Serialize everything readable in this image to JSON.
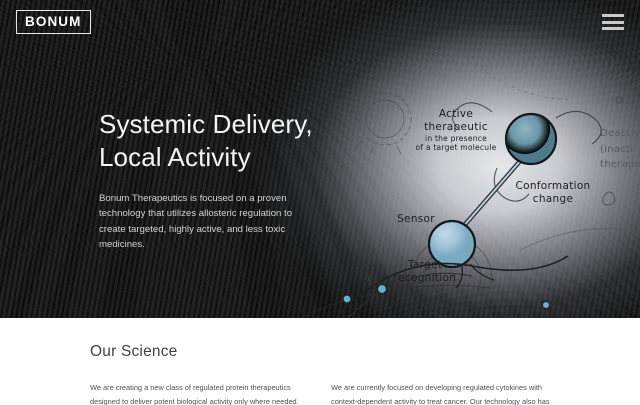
{
  "header": {
    "logo": "BONUM",
    "menu_icon": "hamburger-menu-icon"
  },
  "hero": {
    "title_line1": "Systemic Delivery,",
    "title_line2": "Local Activity",
    "subtitle": "Bonum Therapeutics is focused on a proven technology that utilizes allosteric regulation to create targeted, highly active, and less toxic medicines.",
    "illustration": {
      "labels": {
        "active_title_line1": "Active",
        "active_title_line2": "therapeutic",
        "active_sub_line1": "in the presence",
        "active_sub_line2": "of a target molecule",
        "conformation_line1": "Conformation",
        "conformation_line2": "change",
        "sensor": "Sensor",
        "target_line1": "Target",
        "target_line2": "recognition",
        "deactivated_line1": "Deactiv",
        "deactivated_line2": "(inacti",
        "deactivated_line3": "therape"
      },
      "colors": {
        "sphere_top": "#6a95a8",
        "sphere_bottom": "#9cc3d8",
        "receptor_dot": "#5fb3cf",
        "ink": "#1d1d1d"
      }
    }
  },
  "science": {
    "title": "Our Science",
    "columns": [
      "We are creating a new class of regulated protein therapeutics designed to deliver potent biological activity only where needed. Our molecules contain a sensor domain that, when bound to its",
      "We are currently focused on developing regulated cytokines with context-dependent activity to treat cancer. Our technology also has exciting potential applications in autoimmune disease, metabolic"
    ]
  }
}
